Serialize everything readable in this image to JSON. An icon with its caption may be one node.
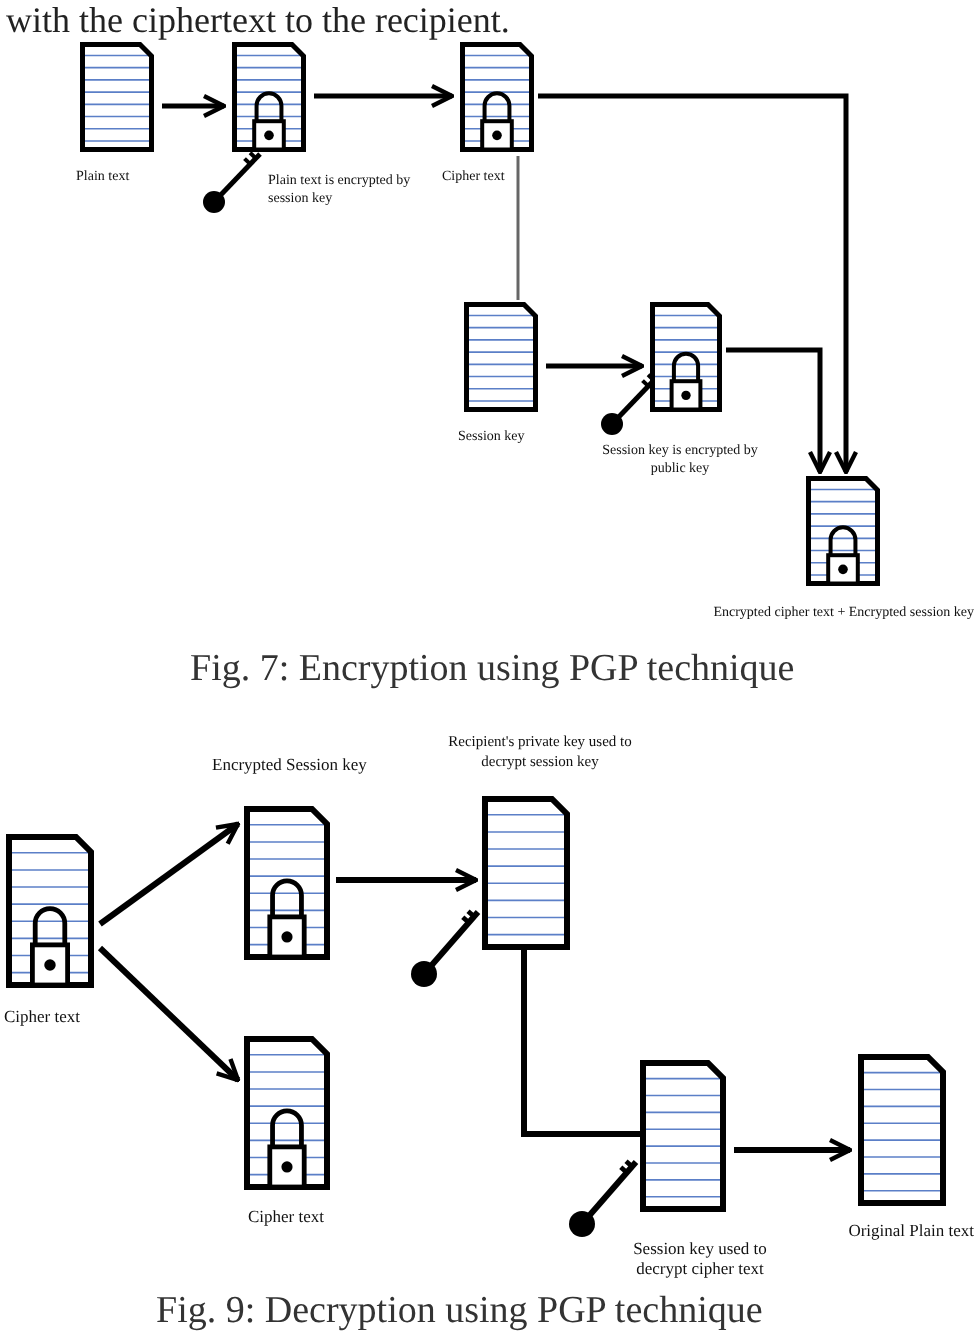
{
  "diagram": {
    "nodes": [
      {
        "text": [],
        "shape": "document",
        "beside": [
          "Plain text"
        ]
      },
      {
        "text": [],
        "shape": "document",
        "beside": [
          "Plain text is encrypted by session key"
        ]
      },
      {
        "text": [],
        "shape": "document",
        "beside": [
          "Cipher text"
        ]
      },
      {
        "text": [],
        "shape": "document",
        "beside": [
          "Session key"
        ]
      },
      {
        "text": [],
        "shape": "document",
        "beside": [
          "Session key is encrypted by public key"
        ]
      },
      {
        "text": [],
        "shape": "document",
        "beside": [
          "Encrypted cipher text + Encrypted session key"
        ]
      },
      {
        "text": [],
        "shape": "document",
        "beside": [
          "Cipher text"
        ]
      },
      {
        "text": [],
        "shape": "document",
        "beside": [
          "Encrypted Session key"
        ]
      },
      {
        "text": [],
        "shape": "document",
        "beside": [
          "Recipient's private key used to decrypt session key"
        ]
      },
      {
        "text": [],
        "shape": "document",
        "beside": [
          "Cipher text"
        ]
      },
      {
        "text": [],
        "shape": "document",
        "beside": [
          "Session key used to decrypt cipher text"
        ]
      },
      {
        "text": [],
        "shape": "document",
        "beside": [
          "Original Plain text"
        ]
      }
    ],
    "edges": [
      {
        "from": 0,
        "to": 1,
        "arrow": "to"
      },
      {
        "from": 1,
        "to": 2,
        "arrow": "to"
      },
      {
        "from": 2,
        "to": 5,
        "arrow": "to"
      },
      {
        "from": 2,
        "to": 3,
        "arrow": "none",
        "color": "#666666"
      },
      {
        "from": 3,
        "to": 4,
        "arrow": "to"
      },
      {
        "from": 4,
        "to": 5,
        "arrow": "to"
      },
      {
        "from": 6,
        "to": 7,
        "arrow": "to"
      },
      {
        "from": 6,
        "to": 9,
        "arrow": "to"
      },
      {
        "from": 7,
        "to": 8,
        "arrow": "to"
      },
      {
        "from": 8,
        "to": 10,
        "arrow": "none"
      },
      {
        "from": 10,
        "to": 11,
        "arrow": "to"
      }
    ],
    "labels": [
      "with the ciphertext to the recipient.",
      "Fig. 7: Encryption using PGP technique",
      "Fig. 9: Decryption using PGP technique"
    ]
  }
}
